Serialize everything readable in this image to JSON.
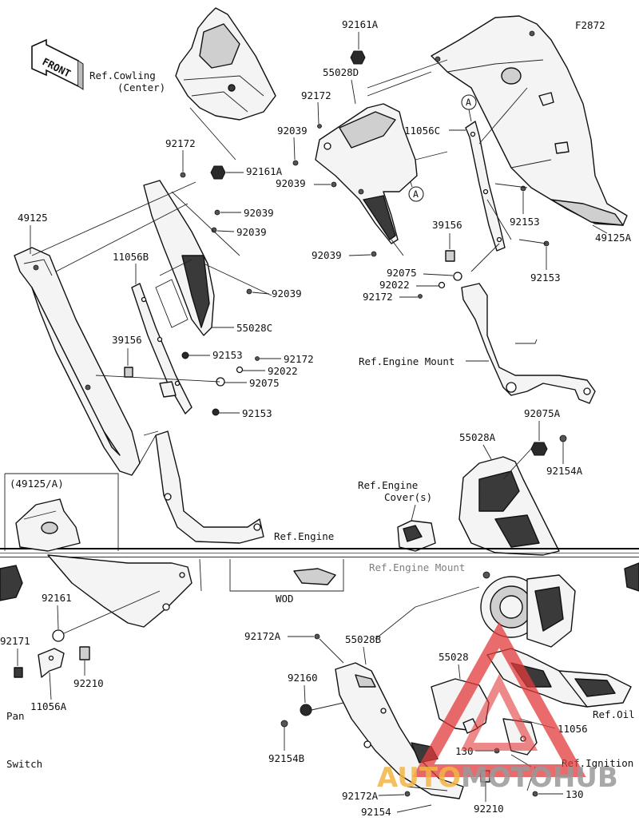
{
  "diagram_id": "F2872",
  "front_label": "FRONT",
  "refs": {
    "cowling_center": [
      "Ref.Cowling",
      "(Center)"
    ],
    "engine_mount_right": "Ref.Engine Mount",
    "engine_left": "Ref.Engine",
    "engine_covers": [
      "Ref.Engine",
      "Cover(s)"
    ],
    "engine_mount_mid": "Ref.Engine Mount",
    "oil": "Ref.Oil",
    "ignition": "Ref.Ignition"
  },
  "variant_box": "(49125/A)",
  "wod_label": "WOD",
  "edge_labels": {
    "pan": "Pan",
    "switch": "Switch"
  },
  "circle_marker": "A",
  "parts": {
    "p92161A_top": "92161A",
    "p55028D": "55028D",
    "p92172_a": "92172",
    "p92039_a": "92039",
    "p92039_b": "92039",
    "p11056C": "11056C",
    "p92153_a": "92153",
    "p49125A": "49125A",
    "p39156_r": "39156",
    "p92039_c": "92039",
    "p92075_r": "92075",
    "p92022_r": "92022",
    "p92172_r": "92172",
    "p92153_r": "92153",
    "p92172_l": "92172",
    "p92161A_l": "92161A",
    "p92039_l1": "92039",
    "p92039_l2": "92039",
    "p49125": "49125",
    "p11056B": "11056B",
    "p92039_l3": "92039",
    "p55028C": "55028C",
    "p39156_l": "39156",
    "p92153_l1": "92153",
    "p92172_l2": "92172",
    "p92022_l": "92022",
    "p92075_l": "92075",
    "p92153_l2": "92153",
    "p92075A": "92075A",
    "p55028A": "55028A",
    "p92154A": "92154A",
    "p92161": "92161",
    "p92171": "92171",
    "p92210_l": "92210",
    "p11056A": "11056A",
    "p92172A_t": "92172A",
    "p55028B": "55028B",
    "p92160": "92160",
    "p55028": "55028",
    "p11056": "11056",
    "p92154B": "92154B",
    "p130_a": "130",
    "p130_b": "130",
    "p92172A_b": "92172A",
    "p92210_b": "92210",
    "p92154": "92154"
  },
  "watermark": {
    "part1": "AUTO",
    "part2": "MOTO",
    "part3": "HUB"
  },
  "colors": {
    "watermark_red": "#e23a3a",
    "watermark_yellow": "#f2b544",
    "watermark_gray": "#9a9a9a"
  }
}
